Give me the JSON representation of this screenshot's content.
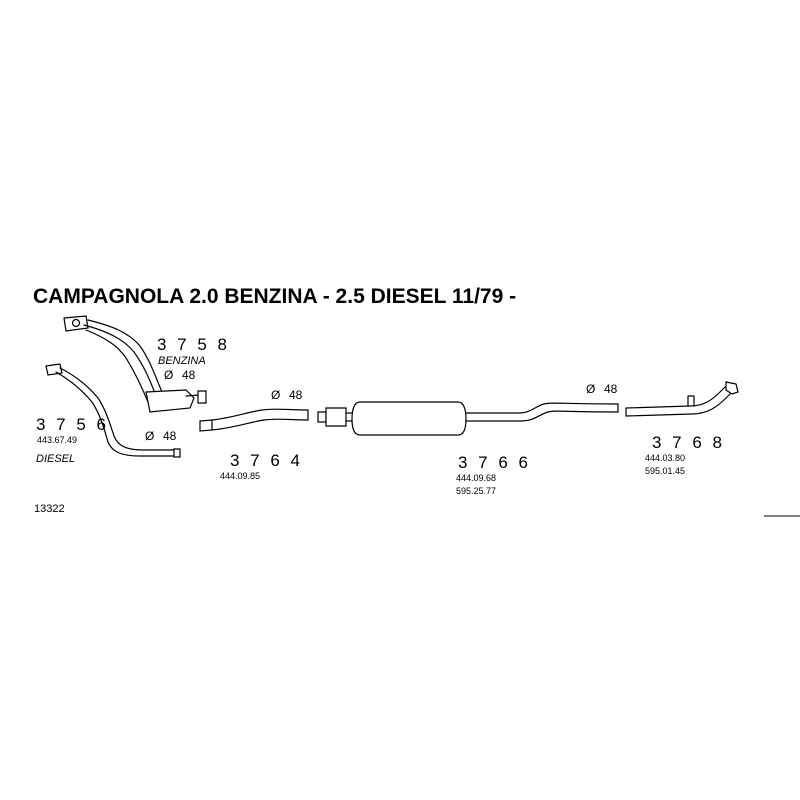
{
  "title": "CAMPAGNOLA 2.0 BENZINA - 2.5 DIESEL  11/79 -",
  "figure_number": "13322",
  "diameter_symbol": "Ø",
  "parts": [
    {
      "code": "3 7 5 8",
      "variant": "BENZINA",
      "diameter": "48",
      "part_numbers": []
    },
    {
      "code": "3 7 5 6",
      "variant": "DIESEL",
      "diameter": "48",
      "part_numbers": [
        "443.67.49"
      ]
    },
    {
      "code": "3 7 6 4",
      "variant": "",
      "diameter": "48",
      "part_numbers": [
        "444.09.85"
      ]
    },
    {
      "code": "3 7 6 6",
      "variant": "",
      "diameter": "48",
      "part_numbers": [
        "444.09.68",
        "595.25.77"
      ]
    },
    {
      "code": "3 7 6 8",
      "variant": "",
      "diameter": "",
      "part_numbers": [
        "444.03.80",
        "595.01.45"
      ]
    }
  ]
}
